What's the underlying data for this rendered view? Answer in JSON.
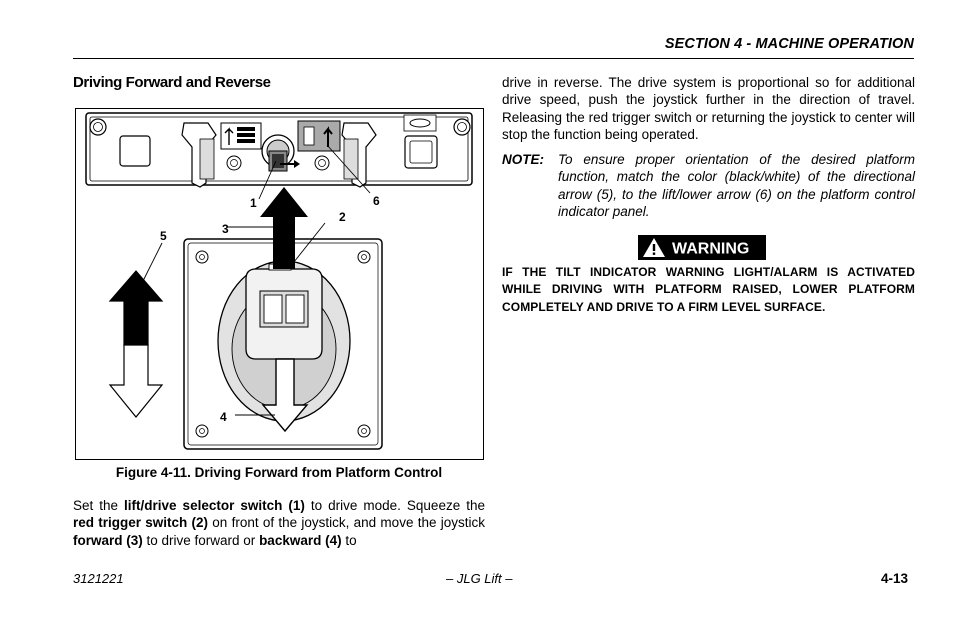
{
  "header": {
    "section": "SECTION 4 - MACHINE OPERATION"
  },
  "heading": "Driving Forward and Reverse",
  "figure": {
    "caption": "Figure 4-11.  Driving Forward from Platform Control",
    "callouts": {
      "c1": "1",
      "c2": "2",
      "c3": "3",
      "c4": "4",
      "c5": "5",
      "c6": "6"
    }
  },
  "left_paragraph": {
    "p1": "Set the ",
    "b1": "lift/drive selector switch (1)",
    "p2": " to drive mode. Squeeze the ",
    "b2": "red trigger switch (2)",
    "p3": " on front of the joystick, and move the joystick ",
    "b3": "forward (3)",
    "p4": " to drive forward or ",
    "b4": "backward (4)",
    "p5": " to"
  },
  "right_paragraph": "drive in reverse. The drive system is proportional so for additional drive speed, push the joystick further in the direction of travel. Releasing the red trigger switch or returning the joystick to center will stop the function being operated.",
  "note": {
    "label": "NOTE:",
    "text": "To ensure proper orientation of the desired platform function, match the color (black/white) of the directional arrow (5), to the lift/lower arrow (6) on the platform control indicator panel."
  },
  "warning": {
    "badge": "WARNING",
    "text": "IF THE TILT INDICATOR WARNING LIGHT/ALARM IS ACTIVATED WHILE DRIVING WITH PLATFORM RAISED, LOWER PLATFORM COMPLETELY AND DRIVE TO A FIRM LEVEL SURFACE."
  },
  "footer": {
    "doc_number": "3121221",
    "center": "– JLG Lift –",
    "page": "4-13"
  }
}
